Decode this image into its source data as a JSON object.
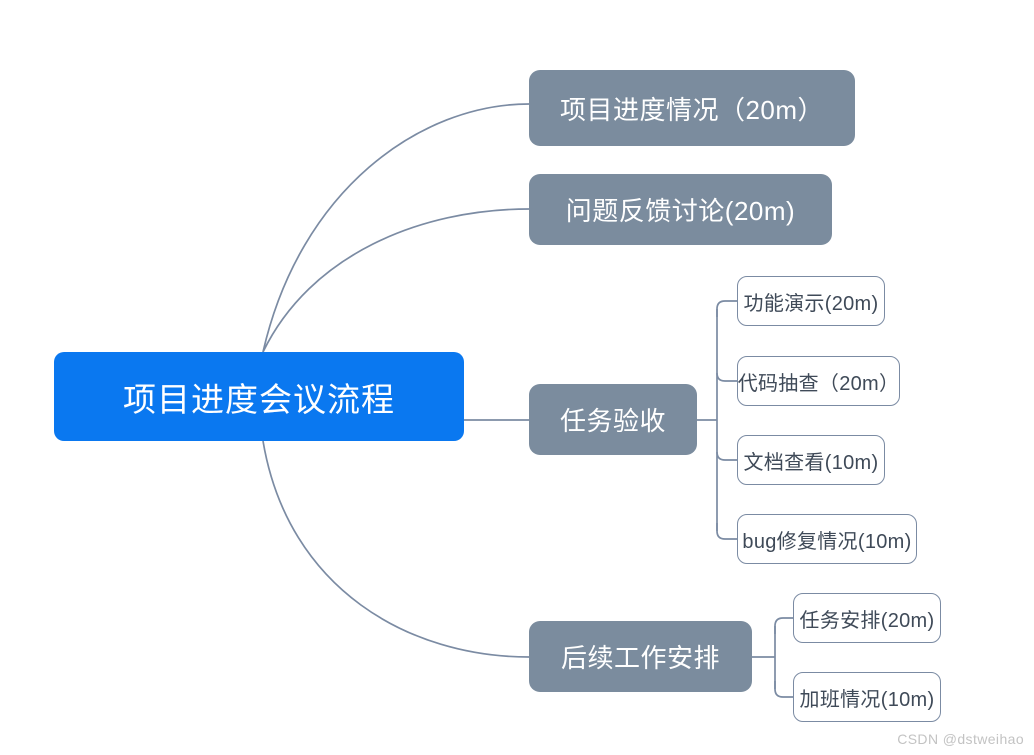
{
  "diagram": {
    "type": "mindmap",
    "root": {
      "label": "项目进度会议流程",
      "color": "#0a78f0",
      "text_color": "#ffffff"
    },
    "branch_color": "#7b8c9e",
    "branch_text_color": "#ffffff",
    "leaf_border_color": "#7b8ba3",
    "leaf_text_color": "#3f4a58",
    "connector_color": "#7b8ba3",
    "branches": [
      {
        "label": "项目进度情况（20m）",
        "children": []
      },
      {
        "label": "问题反馈讨论(20m)",
        "children": []
      },
      {
        "label": "任务验收",
        "children": [
          {
            "label": "功能演示(20m)"
          },
          {
            "label": "代码抽查（20m）"
          },
          {
            "label": "文档查看(10m)"
          },
          {
            "label": "bug修复情况(10m)"
          }
        ]
      },
      {
        "label": "后续工作安排",
        "children": [
          {
            "label": "任务安排(20m)"
          },
          {
            "label": "加班情况(10m)"
          }
        ]
      }
    ]
  },
  "watermark": "CSDN @dstweihao"
}
